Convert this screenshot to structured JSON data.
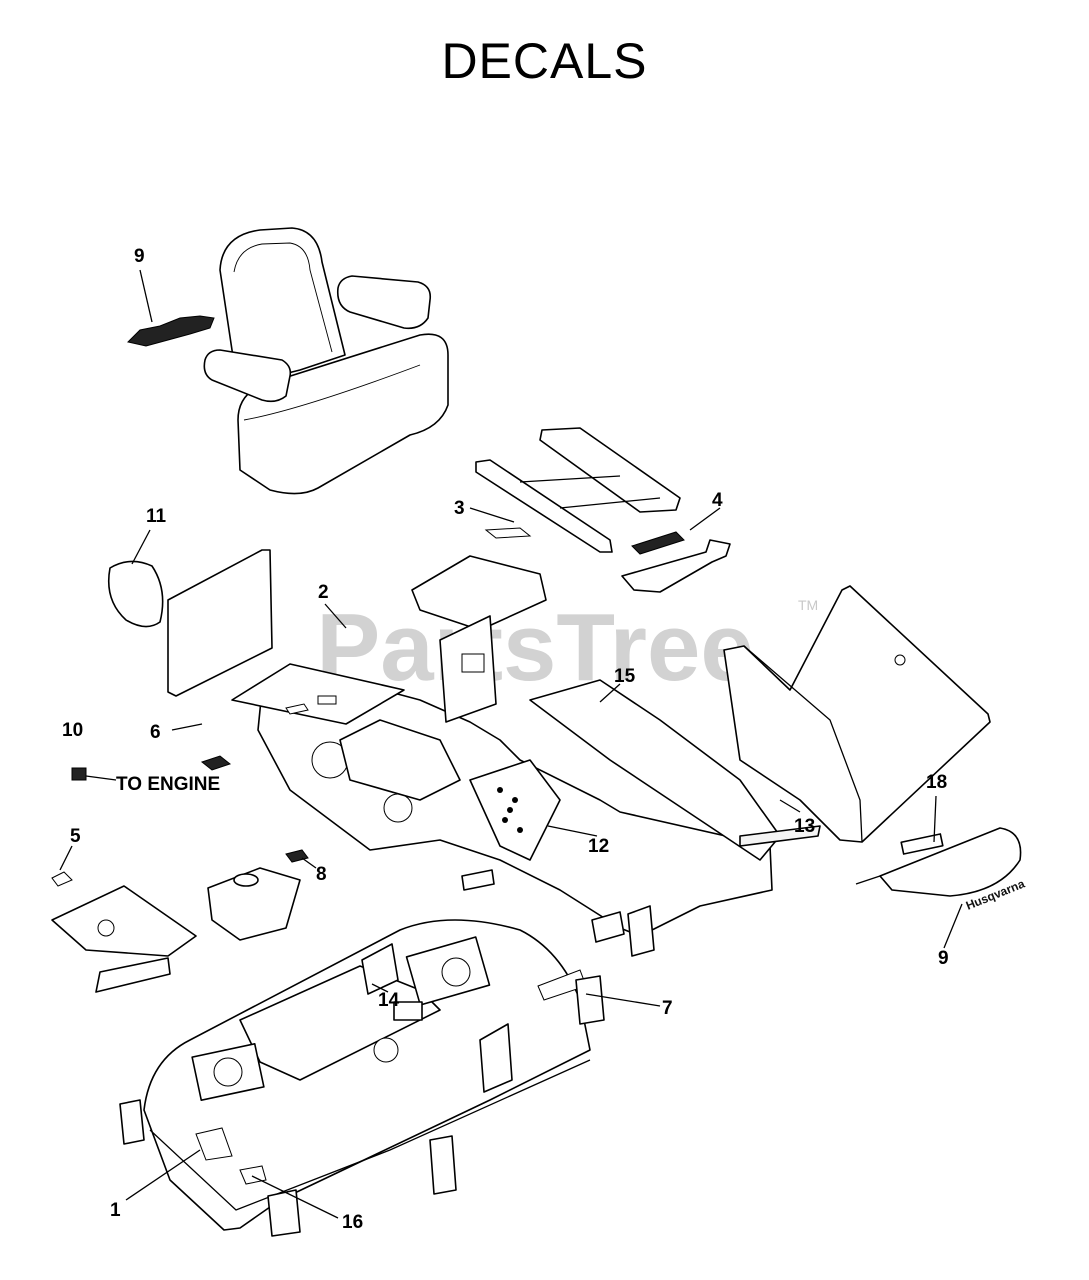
{
  "title": "DECALS",
  "watermark": {
    "text": "PartsTree",
    "tm": "TM",
    "color": "#cfcfcf"
  },
  "callouts": {
    "c1": "1",
    "c2": "2",
    "c3": "3",
    "c4": "4",
    "c5": "5",
    "c6": "6",
    "c7": "7",
    "c8": "8",
    "c9a": "9",
    "c9b": "9",
    "c10": "10",
    "c11": "11",
    "c12": "12",
    "c13": "13",
    "c14": "14",
    "c15": "15",
    "c16": "16",
    "c18": "18"
  },
  "annotations": {
    "to_engine": "TO ENGINE"
  }
}
